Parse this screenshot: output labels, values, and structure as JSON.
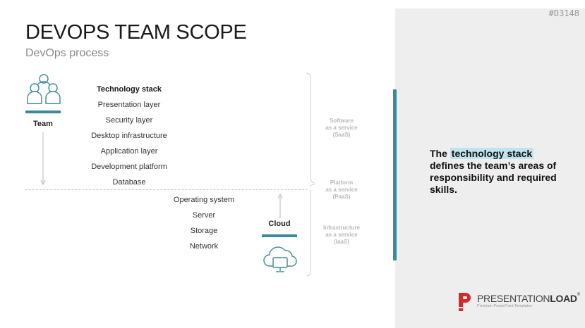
{
  "slide_id": "#D3148",
  "title": "DEVOPS TEAM SCOPE",
  "subtitle": "DevOps process",
  "team": {
    "label": "Team",
    "icon": "team-people-icon"
  },
  "stack": [
    {
      "label": "Technology stack",
      "bold": true
    },
    {
      "label": "Presentation layer"
    },
    {
      "label": "Security layer"
    },
    {
      "label": "Desktop infrastructure"
    },
    {
      "label": "Application layer"
    },
    {
      "label": "Development platform"
    },
    {
      "label": "Database"
    }
  ],
  "infrastructure": [
    {
      "label": "Operating system"
    },
    {
      "label": "Server"
    },
    {
      "label": "Storage"
    },
    {
      "label": "Network"
    }
  ],
  "cloud": {
    "label": "Cloud",
    "icon": "cloud-computer-icon"
  },
  "services": {
    "saas": {
      "line1": "Software",
      "line2": "as a service",
      "line3": "(SaaS)"
    },
    "paas": {
      "line1": "Platform",
      "line2": "as a service",
      "line3": "(PaaS)"
    },
    "iaas": {
      "line1": "Infrastructure",
      "line2": "as a service",
      "line3": "(IaaS)"
    }
  },
  "callout": {
    "prefix": "The ",
    "highlight": "technology stack",
    "rest": "defines the team’s areas of responsibility and required skills."
  },
  "logo": {
    "text_light": "PRESENTATION",
    "text_bold": "LOAD",
    "tm": "®",
    "sub": "Premium PowerPoint Templates"
  },
  "colors": {
    "accent": "#3a8a98",
    "highlight": "#bfe4ee",
    "panel": "#eeeeee",
    "logo_red": "#d32a2a"
  }
}
